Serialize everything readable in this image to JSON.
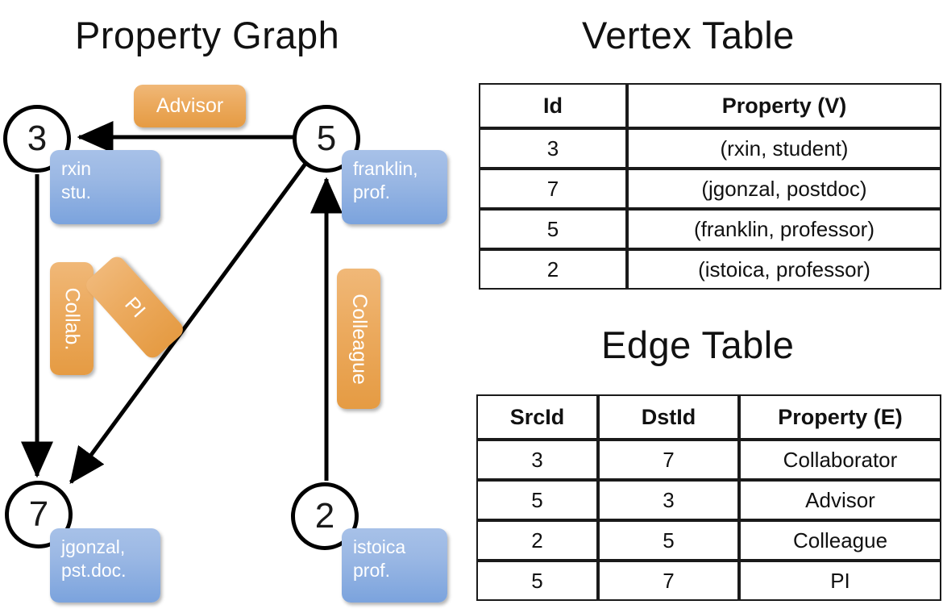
{
  "graph": {
    "title": "Property Graph",
    "nodes": [
      {
        "id": "3",
        "property_lines": [
          "rxin",
          "stu."
        ]
      },
      {
        "id": "5",
        "property_lines": [
          "franklin,",
          "prof."
        ]
      },
      {
        "id": "7",
        "property_lines": [
          "jgonzal,",
          "pst.doc."
        ]
      },
      {
        "id": "2",
        "property_lines": [
          "istoica",
          "prof."
        ]
      }
    ],
    "edge_labels": [
      {
        "name": "advisor-label",
        "text": "Advisor"
      },
      {
        "name": "collab-label",
        "text": "Collab."
      },
      {
        "name": "pi-label",
        "text": "PI"
      },
      {
        "name": "colleague-label",
        "text": "Colleague"
      }
    ],
    "edges": [
      {
        "from": "5",
        "to": "3",
        "label": "Advisor"
      },
      {
        "from": "3",
        "to": "7",
        "label": "Collab."
      },
      {
        "from": "5",
        "to": "7",
        "label": "PI"
      },
      {
        "from": "2",
        "to": "5",
        "label": "Colleague"
      }
    ]
  },
  "vertex_table": {
    "title": "Vertex Table",
    "headers": [
      "Id",
      "Property (V)"
    ],
    "rows": [
      [
        "3",
        "(rxin, student)"
      ],
      [
        "7",
        "(jgonzal, postdoc)"
      ],
      [
        "5",
        "(franklin, professor)"
      ],
      [
        "2",
        "(istoica, professor)"
      ]
    ]
  },
  "edge_table": {
    "title": "Edge Table",
    "headers": [
      "SrcId",
      "DstId",
      "Property (E)"
    ],
    "rows": [
      [
        "3",
        "7",
        "Collaborator"
      ],
      [
        "5",
        "3",
        "Advisor"
      ],
      [
        "2",
        "5",
        "Colleague"
      ],
      [
        "5",
        "7",
        "PI"
      ]
    ]
  },
  "colors": {
    "vertex_property_fill": "#d2ddf0",
    "edge_property_fill": "#f6dcc2",
    "node_box_blue": "#8fb0e2",
    "edge_label_orange": "#eba857",
    "stroke": "#1a1a1a"
  }
}
